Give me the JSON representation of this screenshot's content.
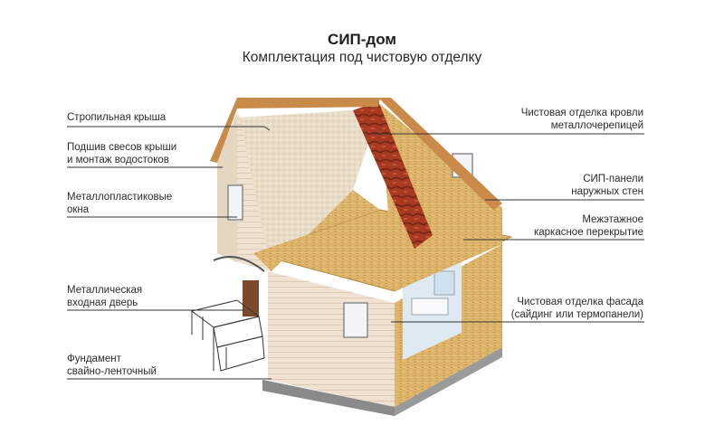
{
  "title": "СИП-дом",
  "subtitle": "Комплектация под чистовую отделку",
  "labels_left": [
    {
      "id": "rafter-roof",
      "lines": [
        "Стропильная крыша"
      ]
    },
    {
      "id": "eaves-lining",
      "lines": [
        "Подшив свесов крыши",
        "и монтаж водостоков"
      ]
    },
    {
      "id": "windows",
      "lines": [
        "Металлопластиковые",
        "окна"
      ]
    },
    {
      "id": "entrance-door",
      "lines": [
        "Металлическая",
        "входная дверь"
      ]
    },
    {
      "id": "foundation",
      "lines": [
        "Фундамент",
        "свайно-ленточный"
      ]
    }
  ],
  "labels_right": [
    {
      "id": "roof-finish",
      "lines": [
        "Чистовая отделка кровли",
        "металлочерепицей"
      ]
    },
    {
      "id": "sip-panels",
      "lines": [
        "СИП-панели",
        "наружных стен"
      ]
    },
    {
      "id": "floor-slab",
      "lines": [
        "Межэтажное",
        "каркасное перекрытие"
      ]
    },
    {
      "id": "facade-finish",
      "lines": [
        "Чистовая отделка фасада",
        "(сайдинг или термопанели)"
      ]
    }
  ],
  "colors": {
    "roof_tile": "#a83a22",
    "osb": "#dcb46a",
    "siding": "#efe2d2",
    "foundation": "#9a9a9a",
    "leader_line": "#333333"
  }
}
